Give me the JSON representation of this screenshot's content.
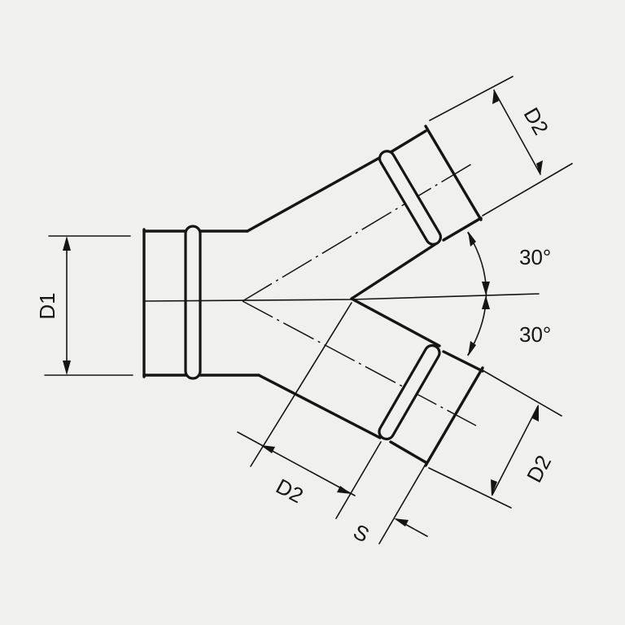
{
  "labels": {
    "d1": "D1",
    "d2_upper": "D2",
    "d2_lower_right": "D2",
    "d2_bottom": "D2",
    "s": "S",
    "angle_upper": "30°",
    "angle_lower": "30°"
  },
  "colors": {
    "background": "#f0f0ee",
    "ink": "#151515"
  }
}
